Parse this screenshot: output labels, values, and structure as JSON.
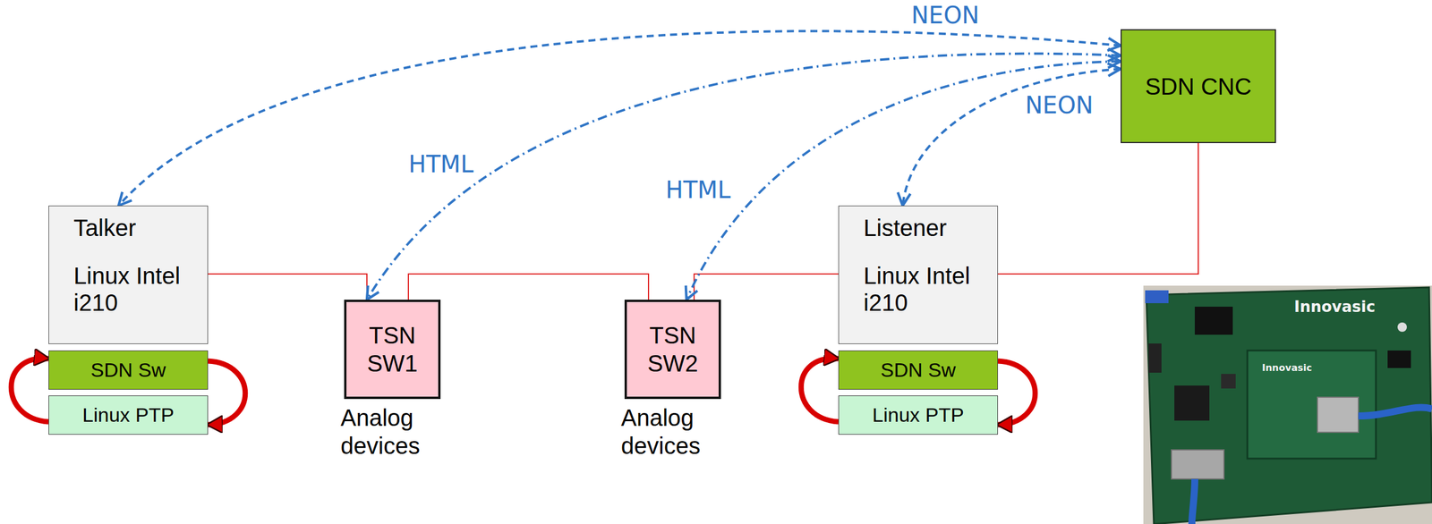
{
  "diagram": {
    "nodes": [
      {
        "text": [
          "SDN CNC"
        ]
      },
      {
        "text": [
          "Talker",
          "Linux Intel i210"
        ]
      },
      {
        "text": [
          "SDN Sw"
        ]
      },
      {
        "text": [
          "Linux PTP"
        ]
      },
      {
        "text": [
          "TSN SW1",
          "Analog devices"
        ]
      },
      {
        "text": [
          "TSN SW2",
          "Analog devices"
        ]
      },
      {
        "text": [
          "Listener",
          "Linux Intel i210"
        ]
      },
      {
        "text": [
          "SDN Sw"
        ]
      },
      {
        "text": [
          "Linux PTP"
        ]
      }
    ],
    "edges": [
      {
        "from": 1,
        "to": 4,
        "arrow": "none"
      },
      {
        "from": 4,
        "to": 5,
        "arrow": "none"
      },
      {
        "from": 5,
        "to": 6,
        "arrow": "none"
      },
      {
        "from": 6,
        "to": 0,
        "arrow": "none"
      },
      {
        "from": 0,
        "to": 1,
        "label": "NEON",
        "arrow": "both"
      },
      {
        "from": 0,
        "to": 4,
        "label": "HTML",
        "arrow": "both"
      },
      {
        "from": 0,
        "to": 5,
        "label": "HTML",
        "arrow": "both"
      },
      {
        "from": 0,
        "to": 6,
        "label": "NEON",
        "arrow": "both"
      },
      {
        "from": 3,
        "to": 2,
        "arrow": "to"
      },
      {
        "from": 2,
        "to": 3,
        "arrow": "to"
      },
      {
        "from": 8,
        "to": 7,
        "arrow": "to"
      },
      {
        "from": 7,
        "to": 8,
        "arrow": "to"
      }
    ],
    "labels": [
      "Innovasic",
      "Innovasic"
    ]
  }
}
